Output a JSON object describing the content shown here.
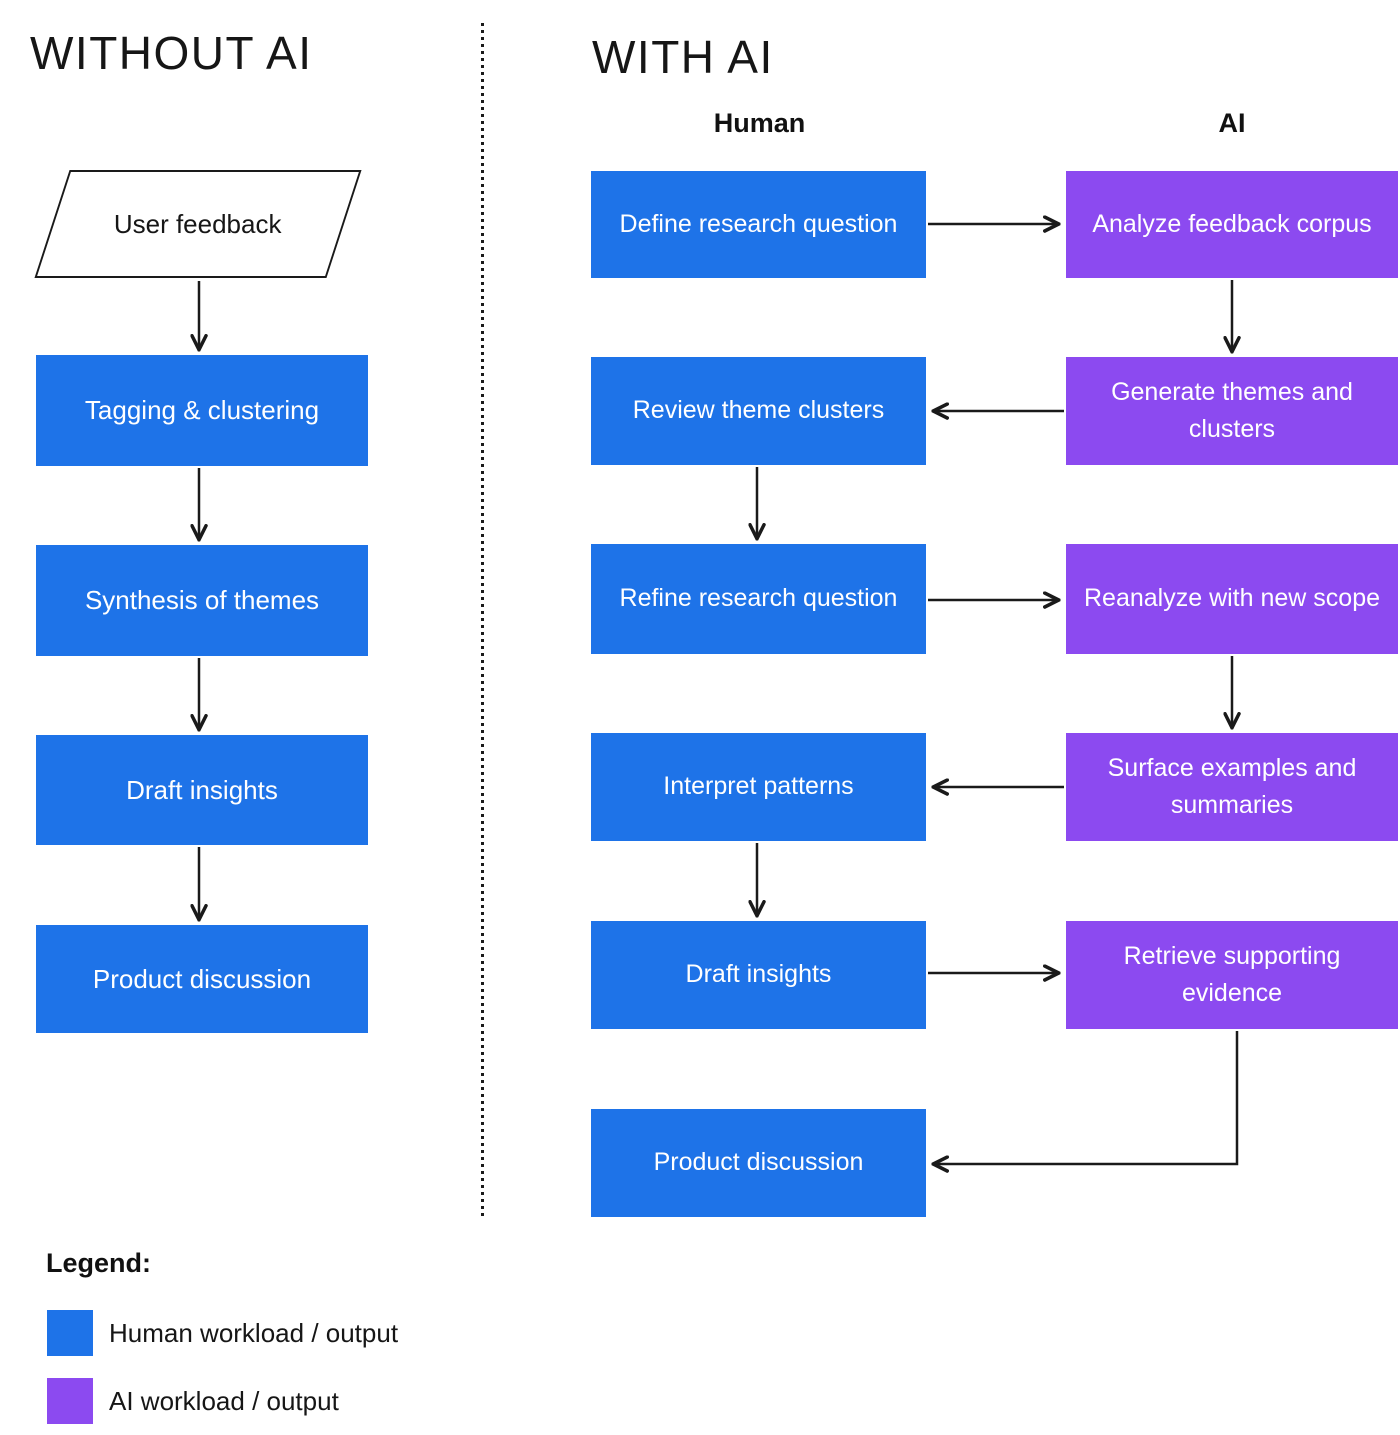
{
  "colors": {
    "human_fill": "#1e73e8",
    "ai_fill": "#8c4af0",
    "arrow": "#1a1a1a",
    "node_text": "#ffffff",
    "heading_text": "#161616"
  },
  "without_ai": {
    "title": "WITHOUT AI",
    "input": "User feedback",
    "steps": [
      "Tagging & clustering",
      "Synthesis of themes",
      "Draft insights",
      "Product discussion"
    ]
  },
  "with_ai": {
    "title": "WITH AI",
    "human_header": "Human",
    "ai_header": "AI",
    "human_steps": [
      "Define research question",
      "Review theme clusters",
      "Refine research question",
      "Interpret patterns",
      "Draft insights",
      "Product discussion"
    ],
    "ai_steps": [
      "Analyze feedback corpus",
      "Generate themes and clusters",
      "Reanalyze with new scope",
      "Surface examples and summaries",
      "Retrieve supporting evidence"
    ]
  },
  "legend": {
    "title": "Legend:",
    "items": [
      {
        "label": "Human workload / output",
        "color": "#1e73e8"
      },
      {
        "label": "AI workload / output",
        "color": "#8c4af0"
      }
    ]
  }
}
